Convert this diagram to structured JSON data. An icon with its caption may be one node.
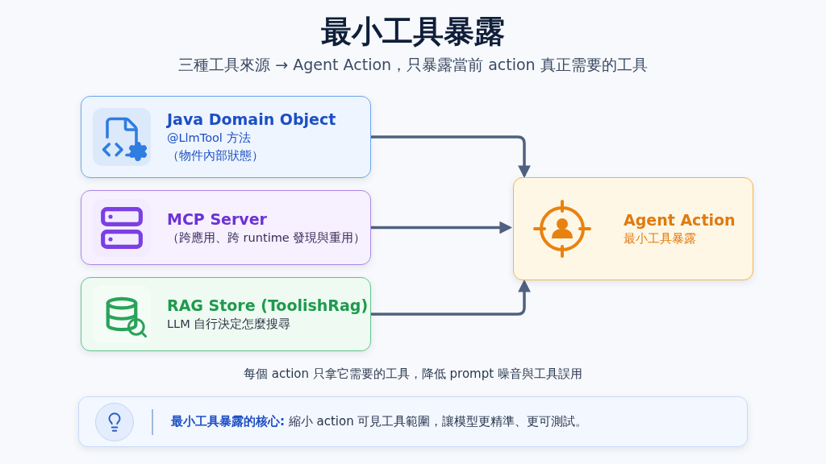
{
  "diagram": {
    "title": "最小工具暴露",
    "nodes": [
      {
        "text": [
          "Java Domain Object",
          "@LlmTool 方法",
          "（物件內部狀態）"
        ]
      },
      {
        "text": [
          "MCP Server",
          "（跨應用、跨 runtime 發現與重用）"
        ]
      },
      {
        "text": [
          "RAG Store (ToolishRag)",
          "LLM 自行決定怎麼搜尋"
        ]
      },
      {
        "text": [
          "Agent Action",
          "最小工具暴露"
        ]
      },
      {
        "text": [
          "**最小工具暴露的核心:** 縮小 action 可見工具範圍，讓模型更精準、更可測試。"
        ]
      }
    ],
    "edges": [
      {
        "from": 0,
        "to": 3,
        "arrow": "to"
      },
      {
        "from": 1,
        "to": 3,
        "arrow": "to"
      },
      {
        "from": 2,
        "to": 3,
        "arrow": "to"
      }
    ],
    "labels": [
      "三種工具來源 → Agent Action，只暴露當前 action 真正需要的工具",
      "每個 action 只拿它需要的工具，降低 prompt 噪音與工具誤用"
    ]
  }
}
